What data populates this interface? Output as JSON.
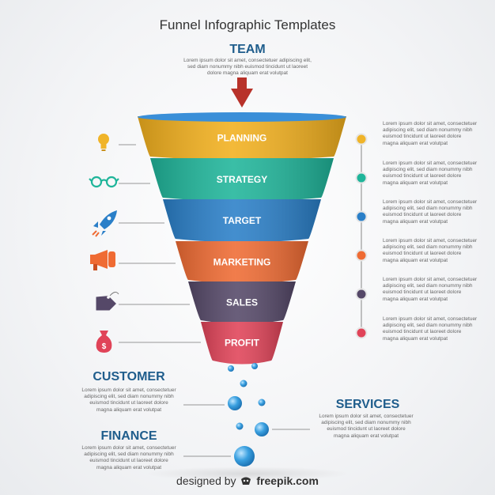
{
  "title": "Funnel Infographic Templates",
  "team": {
    "title": "TEAM",
    "text": [
      "Lorem ipsum dolor sit amet, consectetuer adipiscing elit,",
      "sed diam nonummy nibh euismod tincidunt ut laoreet",
      "dolore magna aliquam erat volutpat"
    ]
  },
  "funnel": [
    {
      "label": "PLANNING",
      "icon": "lightbulb-icon",
      "color": "#f2b01e",
      "dot": "#f0b429"
    },
    {
      "label": "STRATEGY",
      "icon": "glasses-icon",
      "color": "#1fb59a",
      "dot": "#1fb59a"
    },
    {
      "label": "TARGET",
      "icon": "rocket-icon",
      "color": "#2a7fc8",
      "dot": "#2a7fc8"
    },
    {
      "label": "MARKETING",
      "icon": "megaphone-icon",
      "color": "#ef6b33",
      "dot": "#ef6b33"
    },
    {
      "label": "SALES",
      "icon": "price-tag-icon",
      "color": "#554868",
      "dot": "#554868"
    },
    {
      "label": "PROFIT",
      "icon": "money-bag-icon",
      "color": "#e04358",
      "dot": "#e04358"
    }
  ],
  "right_texts": [
    [
      "Lorem ipsum dolor sit amet, consectetuer",
      "adipiscing elit, sed diam nonummy nibh",
      "euismod tincidunt ut laoreet dolore",
      "magna aliquam erat volutpat"
    ],
    [
      "Lorem ipsum dolor sit amet, consectetuer",
      "adipiscing elit, sed diam nonummy nibh",
      "euismod tincidunt ut laoreet dolore",
      "magna aliquam erat volutpat"
    ],
    [
      "Lorem ipsum dolor sit amet, consectetuer",
      "adipiscing elit, sed diam nonummy nibh",
      "euismod tincidunt ut laoreet dolore",
      "magna aliquam erat volutpat"
    ],
    [
      "Lorem ipsum dolor sit amet, consectetuer",
      "adipiscing elit, sed diam nonummy nibh",
      "euismod tincidunt ut laoreet dolore",
      "magna aliquam erat volutpat"
    ],
    [
      "Lorem ipsum dolor sit amet, consectetuer",
      "adipiscing elit, sed diam nonummy nibh",
      "euismod tincidunt ut laoreet dolore",
      "magna aliquam erat volutpat"
    ],
    [
      "Lorem ipsum dolor sit amet, consectetuer",
      "adipiscing elit, sed diam nonummy nibh",
      "euismod tincidunt ut laoreet dolore",
      "magna aliquam erat volutpat"
    ]
  ],
  "customer": {
    "title": "CUSTOMER",
    "text": [
      "Lorem ipsum dolor sit amet, consectetuer",
      "adipiscing elit, sed diam nonummy nibh",
      "euismod tincidunt ut laoreet dolore",
      "magna aliquam erat volutpat"
    ]
  },
  "finance": {
    "title": "FINANCE",
    "text": [
      "Lorem ipsum dolor sit amet, consectetuer",
      "adipiscing elit, sed diam nonummy nibh",
      "euismod tincidunt ut laoreet dolore",
      "magna aliquam erat volutpat"
    ]
  },
  "services": {
    "title": "SERVICES",
    "text": [
      "Lorem ipsum dolor sit amet, consectetuer",
      "adipiscing elit, sed diam nonummy nibh",
      "euismod tincidunt ut laoreet dolore",
      "magna aliquam erat volutpat"
    ]
  },
  "footer": {
    "prefix": "designed by",
    "brand": "freepik.com",
    "logo_icon": "freepik-logo-icon"
  },
  "colors": {
    "heading": "#1f5d8c",
    "arrow": "#b8322a",
    "bubble": "#3aa0e0",
    "timeline": "#9a9a9a"
  }
}
